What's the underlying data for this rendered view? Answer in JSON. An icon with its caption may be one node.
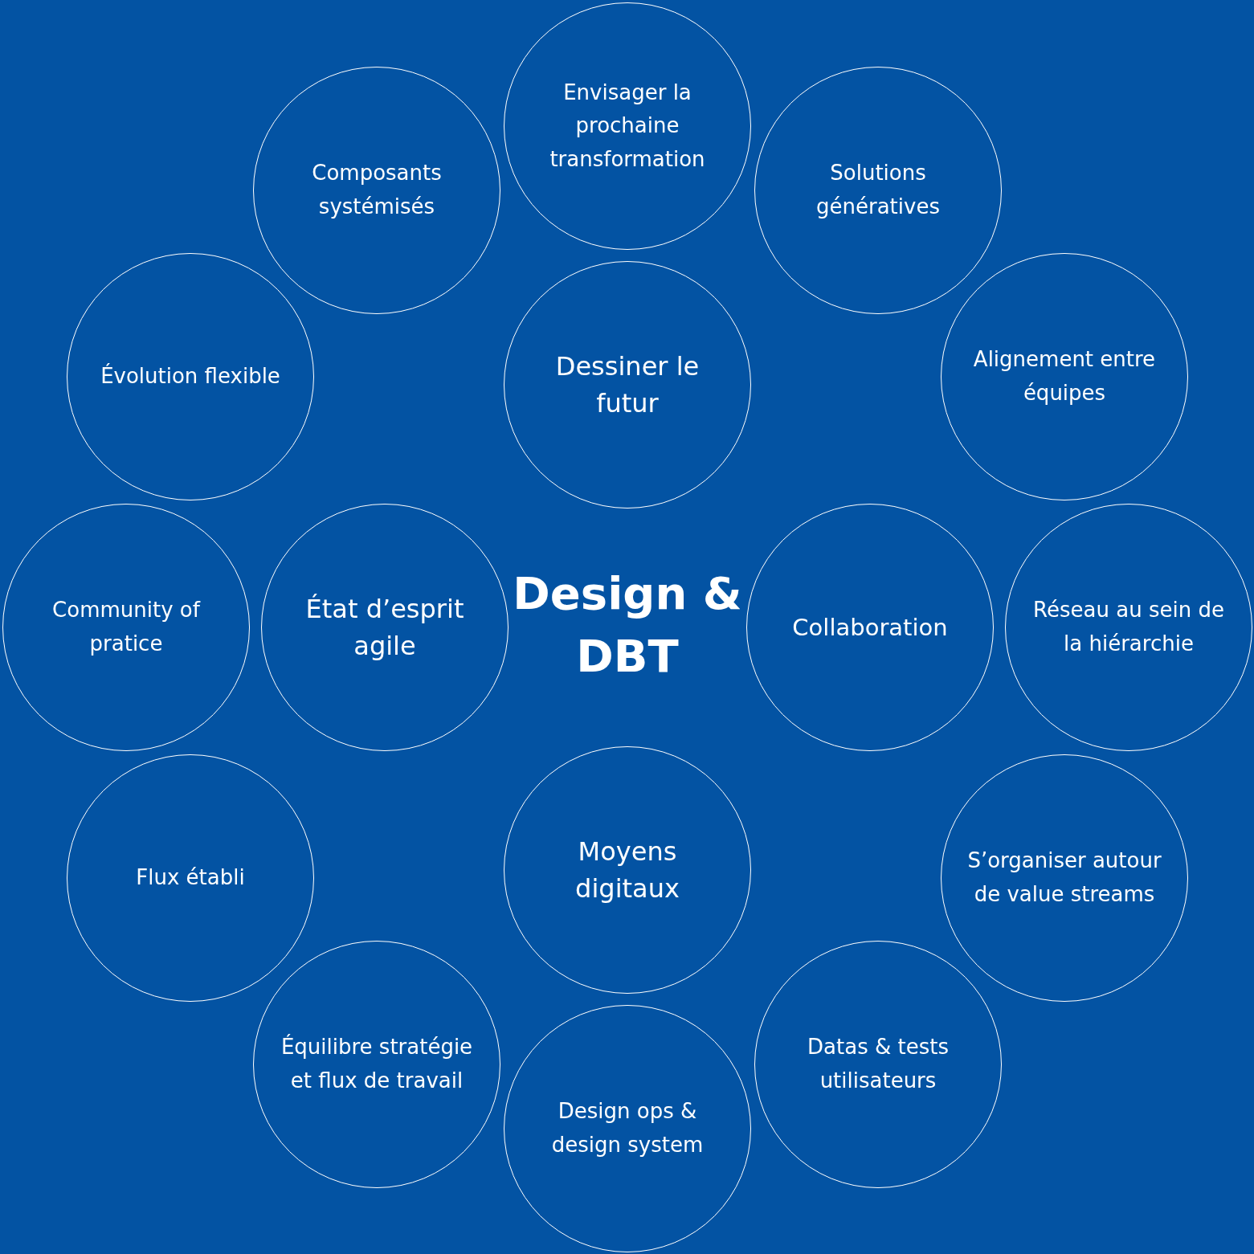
{
  "diagram": {
    "title": "Design & DBT",
    "nodes": [
      {
        "text": [
          "Envisager la prochaine transformation"
        ]
      },
      {
        "text": [
          "Composants systémisés"
        ]
      },
      {
        "text": [
          "Solutions génératives"
        ]
      },
      {
        "text": [
          "Évolution flexible"
        ]
      },
      {
        "text": [
          "Dessiner le futur"
        ]
      },
      {
        "text": [
          "Alignement entre équipes"
        ]
      },
      {
        "text": [
          "Community of pratice"
        ]
      },
      {
        "text": [
          "État d’esprit agile"
        ]
      },
      {
        "text": [
          "Collaboration"
        ]
      },
      {
        "text": [
          "Réseau au sein de la hiérarchie"
        ]
      },
      {
        "text": [
          "Moyens digitaux"
        ]
      },
      {
        "text": [
          "Flux établi"
        ]
      },
      {
        "text": [
          "S’organiser autour de value streams"
        ]
      },
      {
        "text": [
          "Équilibre stratégie et flux de travail"
        ]
      },
      {
        "text": [
          "Datas & tests utilisateurs"
        ]
      },
      {
        "text": [
          "Design ops & design system"
        ]
      }
    ],
    "edges": []
  }
}
